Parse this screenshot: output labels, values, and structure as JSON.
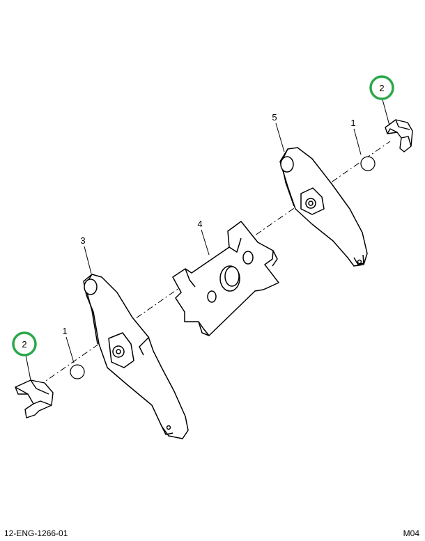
{
  "callouts": {
    "clip_upper": "2",
    "ball_upper": "1",
    "arm_upper": "5",
    "cam_plate": "4",
    "arm_lower": "3",
    "ball_lower": "1",
    "clip_lower": "2"
  },
  "footer": {
    "drawing_number": "12-ENG-1266-01",
    "sheet_code": "M04"
  },
  "highlight_color": "#2aa84a"
}
